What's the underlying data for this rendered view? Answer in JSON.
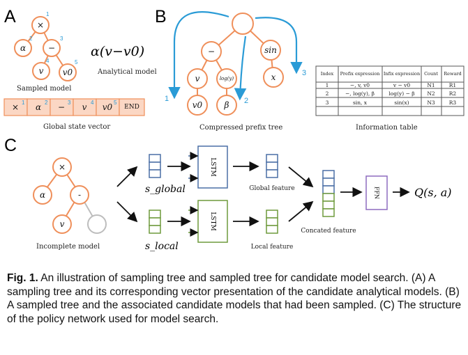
{
  "panels": {
    "a": {
      "letter": "A",
      "tree_nodes": [
        "×",
        "α",
        "−",
        "v",
        "v0"
      ],
      "tree_indices": [
        "1",
        "2",
        "3",
        "4",
        "5"
      ],
      "expression": "α(v−v0)",
      "expression_label": "Analytical model",
      "tree_label": "Sampled model",
      "vector_cells": [
        "×",
        "α",
        "−",
        "v",
        "v0",
        "END"
      ],
      "vector_indices": [
        "1",
        "2",
        "3",
        "4",
        "5"
      ],
      "vector_label": "Global state vector"
    },
    "b": {
      "letter": "B",
      "tree_nodes": [
        "−",
        "sin",
        "v",
        "log(y)",
        "x",
        "v0",
        "β"
      ],
      "arrow_labels": [
        "1",
        "2",
        "3"
      ],
      "tree_label": "Compressed prefix tree",
      "table_label": "Information table",
      "table_headers": [
        "Index",
        "Prefix expression",
        "Infix expression",
        "Count",
        "Reward"
      ],
      "table_rows": [
        [
          "1",
          "−, v, v0",
          "v − v0",
          "N1",
          "R1"
        ],
        [
          "2",
          "−, log(y), β",
          "log(y) − β",
          "N2",
          "R2"
        ],
        [
          "3",
          "sin, x",
          "sin(x)",
          "N3",
          "R3"
        ]
      ]
    },
    "c": {
      "letter": "C",
      "tree_nodes": [
        "×",
        "α",
        "-",
        "v"
      ],
      "tree_label": "Incomplete model",
      "s_global": "s_global",
      "s_local": "s_local",
      "lstm": "LSTM",
      "global_feature": "Global feature",
      "local_feature": "Local feature",
      "concat_feature": "Concated feature",
      "ffn": "FFN",
      "output": "Q(s, a)"
    }
  },
  "caption": {
    "label": "Fig. 1.",
    "text": "An illustration of sampling tree and sampled tree for candidate model search. (A) A sampling tree and its corresponding vector presentation of the candidate analytical models. (B) A sampled tree and the associated candidate models that had been sampled. (C) The structure of the policy network used for model search."
  },
  "colors": {
    "node_stroke": "#ef8f5a",
    "cell_fill": "#fbd7c4",
    "arrow_blue": "#2a9bd6",
    "global_blue": "#4a6fa5",
    "local_green": "#6e9a3c",
    "ffn_purple": "#8e6bbf"
  }
}
